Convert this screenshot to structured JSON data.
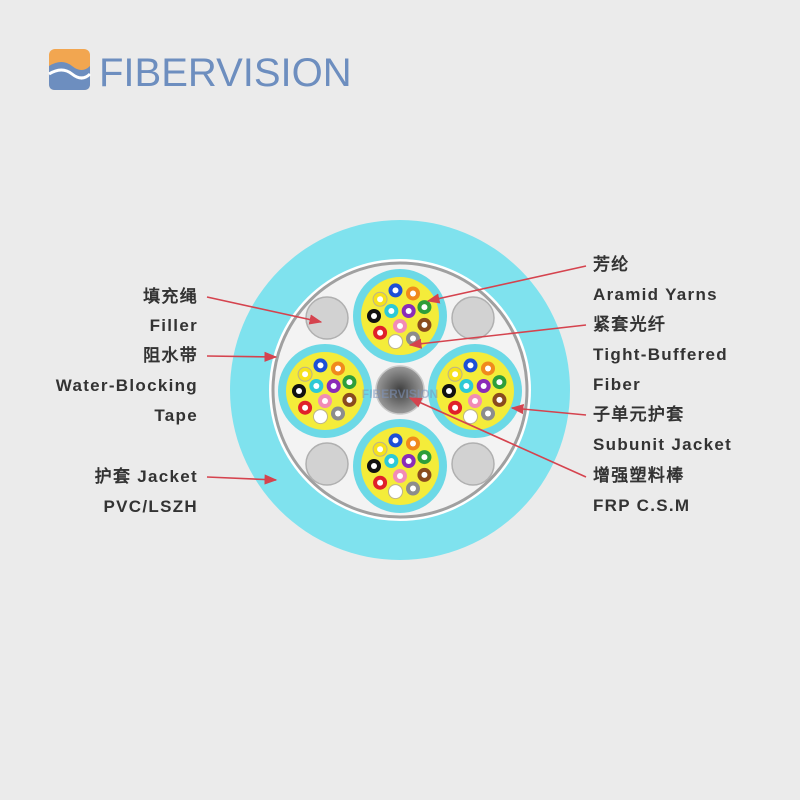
{
  "brand": {
    "name": "FIBERVISION"
  },
  "watermark": "FIBERVISION",
  "labels": {
    "filler": {
      "cn": "填充绳",
      "en": "Filler"
    },
    "water_blocking_tape": {
      "cn": "阻水带",
      "en_line1": "Water-Blocking",
      "en_line2": "Tape"
    },
    "jacket": {
      "line1": "护套 Jacket",
      "line2": "PVC/LSZH"
    },
    "aramid_yarns": {
      "cn": "芳纶",
      "en": "Aramid Yarns"
    },
    "tight_buffered_fiber": {
      "cn": "紧套光纤",
      "en_line1": "Tight-Buffered",
      "en_line2": "Fiber"
    },
    "subunit_jacket": {
      "cn": "子单元护套",
      "en": "Subunit Jacket"
    },
    "frp": {
      "cn": "增强塑料棒",
      "en": "FRP C.S.M"
    }
  },
  "colors": {
    "background": "#ebebeb",
    "brand_text": "#6d8ebf",
    "brand_orange": "#f2a650",
    "brand_blue": "#6d8ebf",
    "outer_jacket": "#7fe2ee",
    "subunit_jacket": "#6cd9e6",
    "aramid_yarn": "#f4ec3a",
    "tape": "#a0a0a0",
    "core_fill": "#f3f3f3",
    "filler": "#d2d2d2",
    "filler_edge": "#b0b0b0",
    "frp_center": "#3f3f3f",
    "frp_edge": "#9a9a9a",
    "arrow": "#d5434e",
    "label_text": "#333333",
    "watermark": "#7f95bd"
  },
  "fiber_colors": [
    "#1e4fd6",
    "#f08a1c",
    "#2e9e3a",
    "#8a4b1e",
    "#8c8c8c",
    "#ffffff",
    "#e0202a",
    "#111111",
    "#f7e21a",
    "#8a2bb8",
    "#f28bb5",
    "#2cc9d6"
  ]
}
